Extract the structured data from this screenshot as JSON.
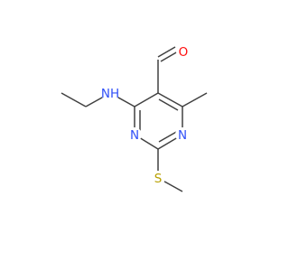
{
  "molecule": {
    "atoms": {
      "oxygen": {
        "label": "O",
        "color": "#ff0d0d"
      },
      "amine": {
        "label": "NH",
        "color": "#3050f8"
      },
      "ring_n1": {
        "label": "N",
        "color": "#3050f8"
      },
      "ring_n3": {
        "label": "N",
        "color": "#3050f8"
      },
      "sulfur": {
        "label": "S",
        "color": "#b8a000"
      }
    },
    "bond_color": "#404040",
    "background": "#ffffff"
  }
}
